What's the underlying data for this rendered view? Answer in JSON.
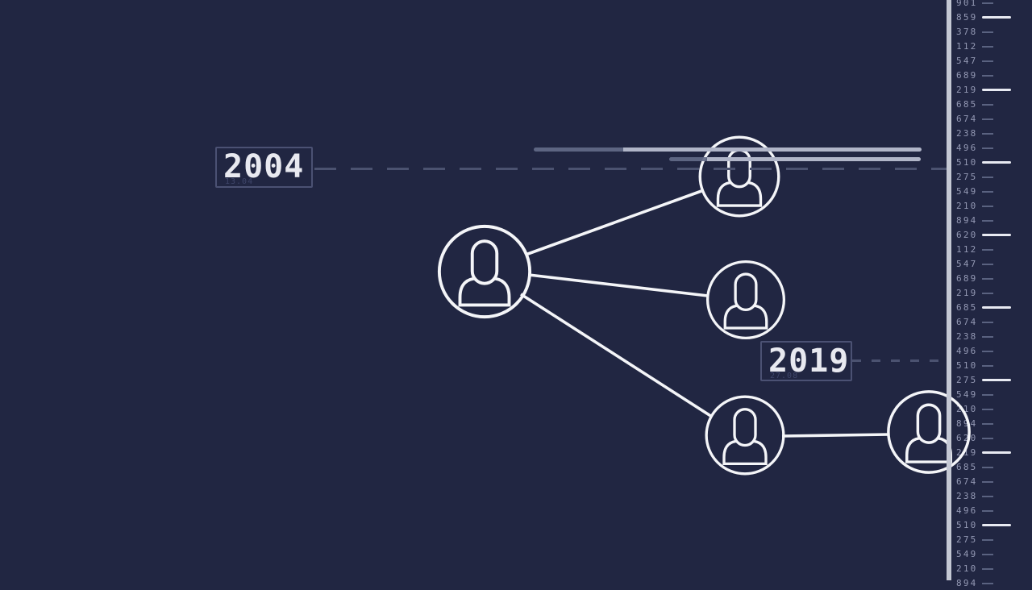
{
  "background_color": "#212642",
  "timeline": {
    "markers": [
      {
        "year": "2004",
        "date": "13.04"
      },
      {
        "year": "2019",
        "date": "27.08"
      }
    ]
  },
  "network": {
    "node_icon": "person-icon",
    "nodes": [
      {
        "id": "central",
        "icon": "person-icon"
      },
      {
        "id": "top-right",
        "icon": "person-icon"
      },
      {
        "id": "middle-right",
        "icon": "person-icon"
      },
      {
        "id": "bottom",
        "icon": "person-icon"
      },
      {
        "id": "far-right",
        "icon": "person-icon"
      }
    ],
    "connection_count": 4
  },
  "ruler": {
    "values": [
      "901",
      "859",
      "378",
      "112",
      "547",
      "689",
      "219",
      "685",
      "674",
      "238",
      "496",
      "510",
      "275",
      "549",
      "210",
      "894",
      "620",
      "112",
      "547",
      "689",
      "219",
      "685",
      "674",
      "238",
      "496",
      "510",
      "275",
      "549",
      "210",
      "894",
      "620",
      "219",
      "685",
      "674",
      "238",
      "496",
      "510",
      "275",
      "549",
      "210",
      "894"
    ],
    "long_tick_rows": [
      2,
      7,
      12,
      17,
      22,
      27,
      32,
      37
    ]
  },
  "colors": {
    "background": "#212642",
    "icon_stroke": "#f4f5f8",
    "bar_dim": "#636a88",
    "bar_light": "#b0b5c8",
    "dashed_line": "#4b5270",
    "box_border": "#4b5173",
    "year_text": "#e8e9f0",
    "date_text": "#3f466a",
    "ruler_number": "#9499b4",
    "ruler_axis": "#c4c8d4",
    "minor_tick": "#5a6280",
    "major_tick": "#e8eaf2"
  }
}
